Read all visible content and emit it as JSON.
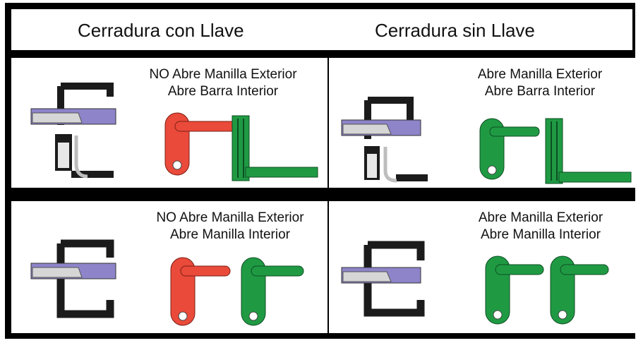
{
  "header": {
    "left_title": "Cerradura con Llave",
    "right_title": "Cerradura sin Llave"
  },
  "panels": [
    {
      "line1": "NO Abre Manilla Exterior",
      "line2": "Abre Barra Interior"
    },
    {
      "line1": "Abre Manilla Exterior",
      "line2": "Abre Barra Interior"
    },
    {
      "line1": "NO Abre Manilla Exterior",
      "line2": "Abre Manilla Interior"
    },
    {
      "line1": "Abre Manilla Exterior",
      "line2": "Abre Manilla Interior"
    }
  ],
  "colors": {
    "locked_handle": "#ea4a3a",
    "open_handle": "#1f9a43",
    "door_latch": "#8d84c9",
    "frame_bracket": "#1b1b1b",
    "cylinder": "#cfcfcf"
  },
  "icons": [
    "lock-cylinder-illustration",
    "door-handle-icon",
    "push-bar-icon",
    "thumb-turn-illustration"
  ]
}
